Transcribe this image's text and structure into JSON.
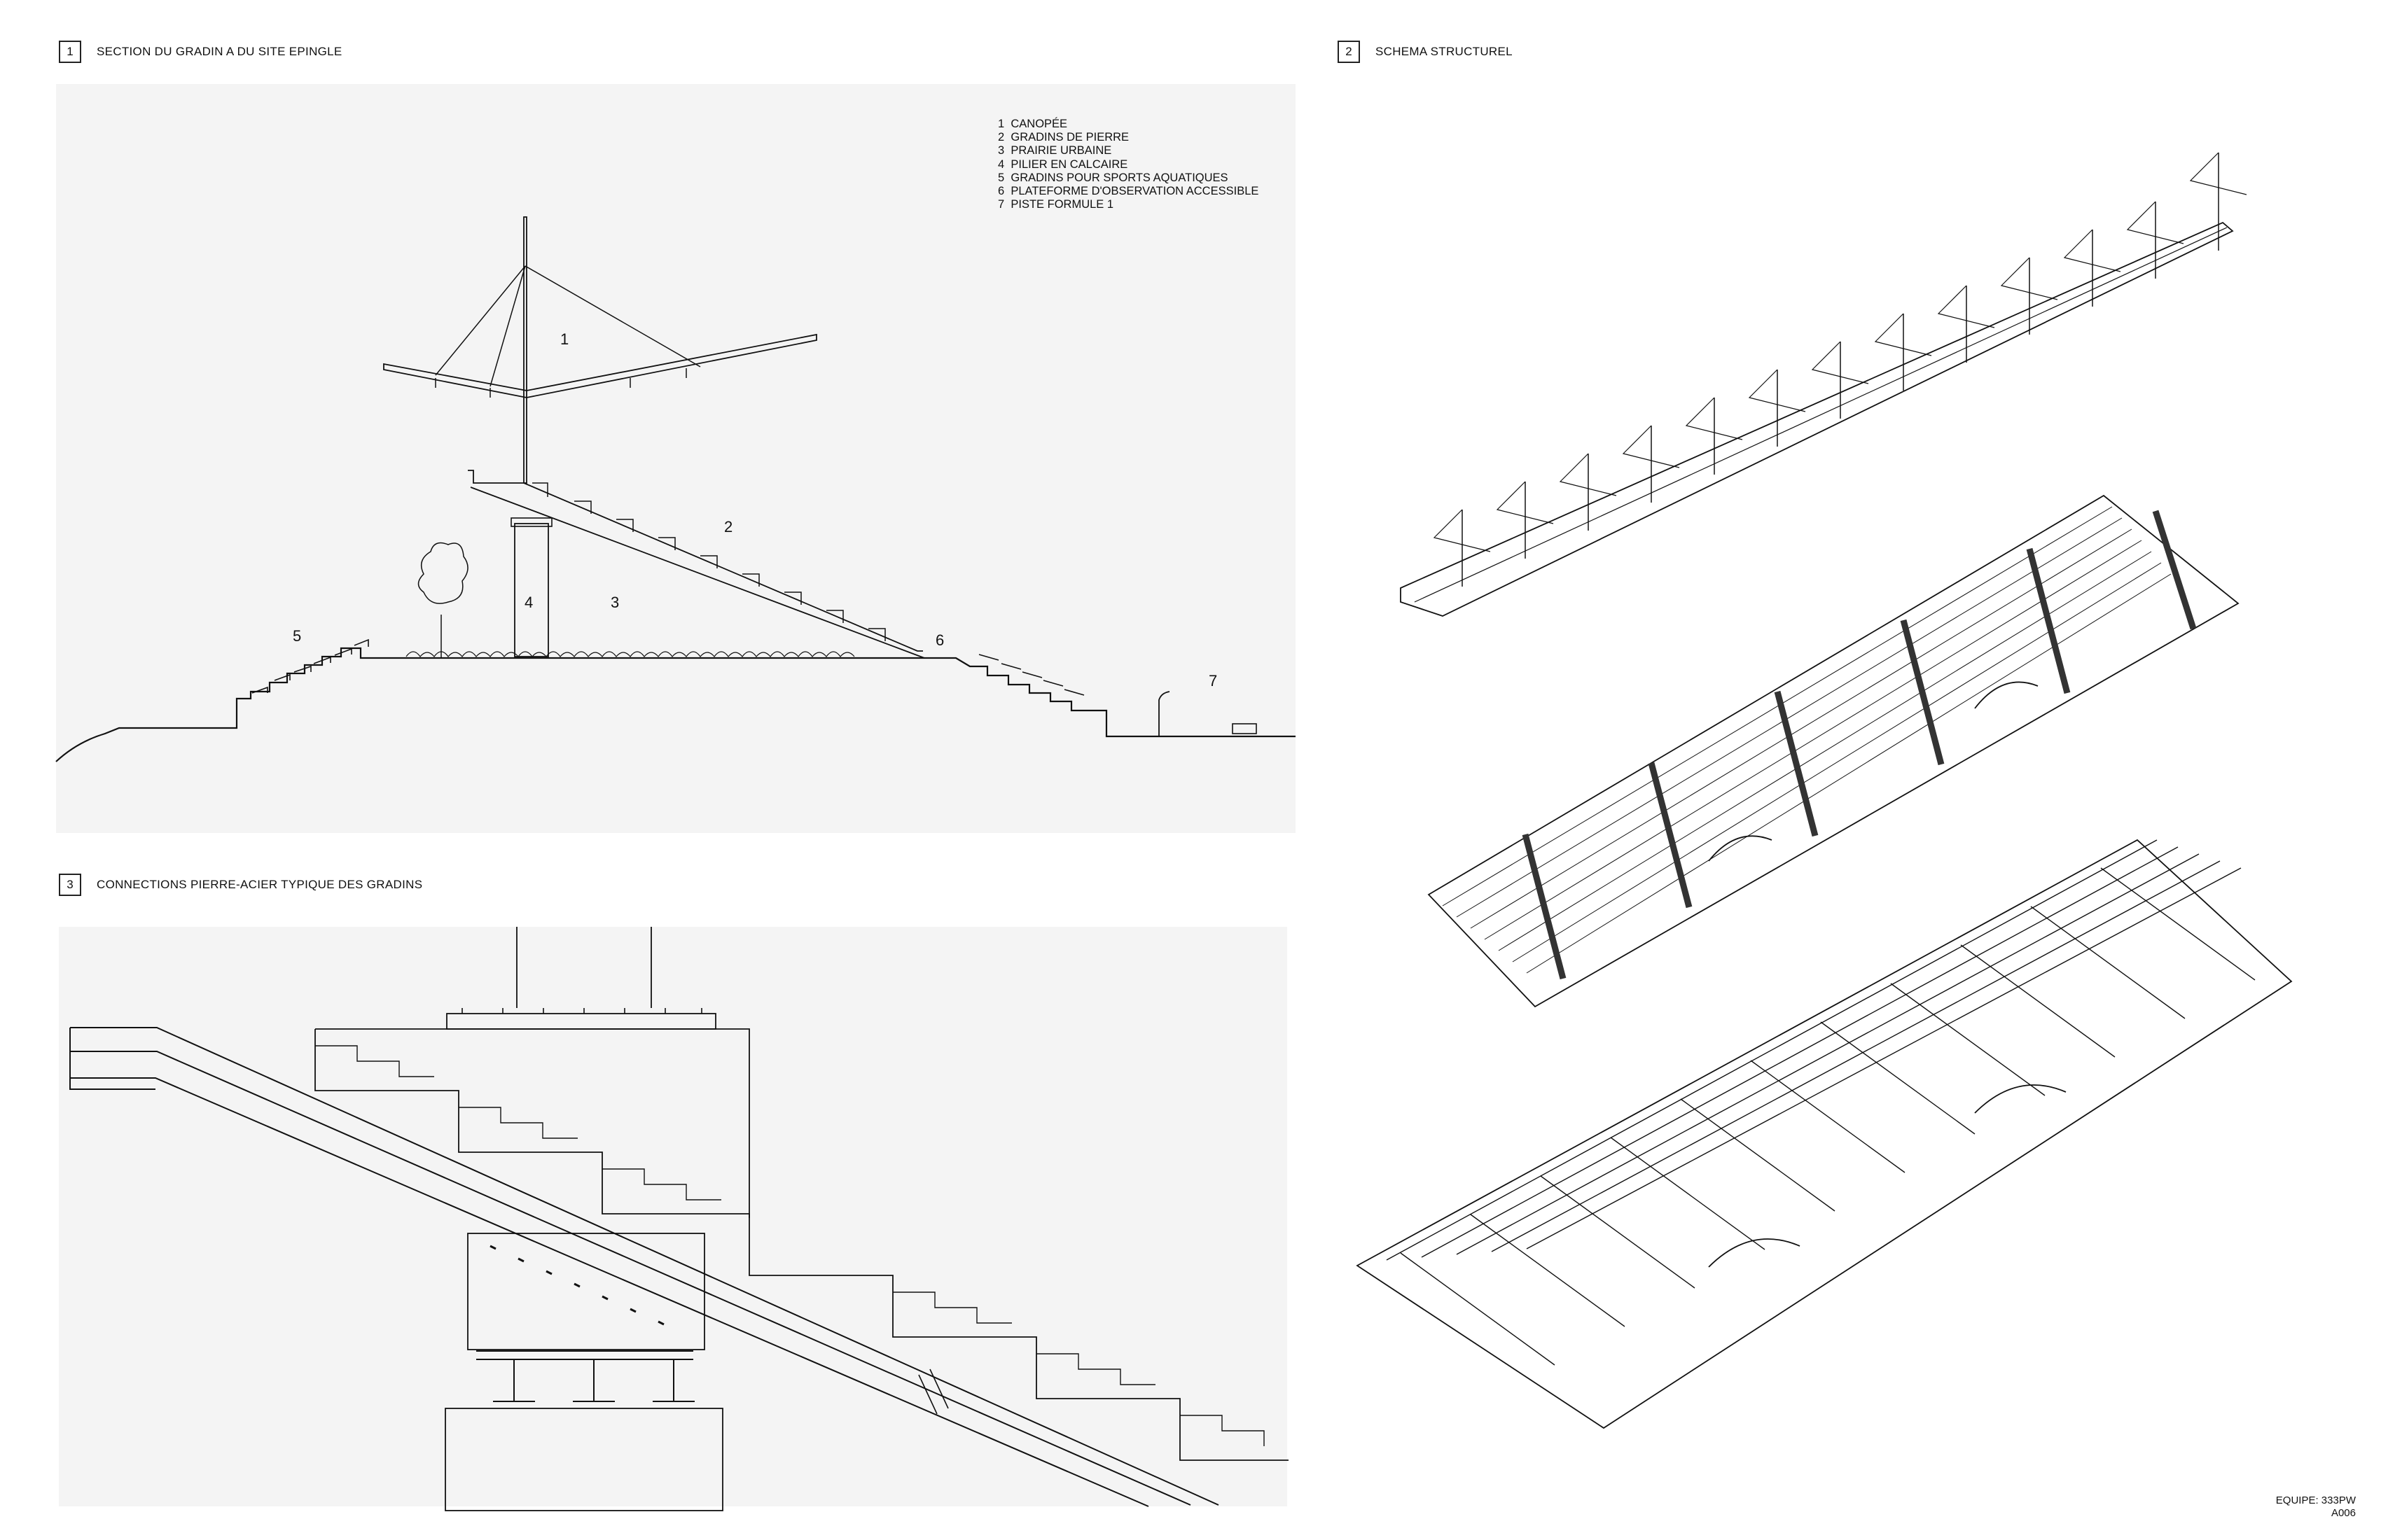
{
  "panels": {
    "section": {
      "number": "1",
      "title": "SECTION DU GRADIN A DU SITE EPINGLE"
    },
    "schema": {
      "number": "2",
      "title": "SCHEMA STRUCTUREL"
    },
    "connections": {
      "number": "3",
      "title": "CONNECTIONS PIERRE-ACIER TYPIQUE DES GRADINS"
    }
  },
  "legend": [
    {
      "num": "1",
      "label": "CANOPÉE"
    },
    {
      "num": "2",
      "label": "GRADINS DE PIERRE"
    },
    {
      "num": "3",
      "label": "PRAIRIE URBAINE"
    },
    {
      "num": "4",
      "label": "PILIER EN CALCAIRE"
    },
    {
      "num": "5",
      "label": "GRADINS POUR SPORTS AQUATIQUES"
    },
    {
      "num": "6",
      "label": "PLATEFORME D'OBSERVATION ACCESSIBLE"
    },
    {
      "num": "7",
      "label": "PISTE FORMULE 1"
    }
  ],
  "callouts": [
    "1",
    "2",
    "3",
    "4",
    "5",
    "6",
    "7"
  ],
  "footer": {
    "team": "EQUIPE: 333PW",
    "sheet": "A006"
  }
}
